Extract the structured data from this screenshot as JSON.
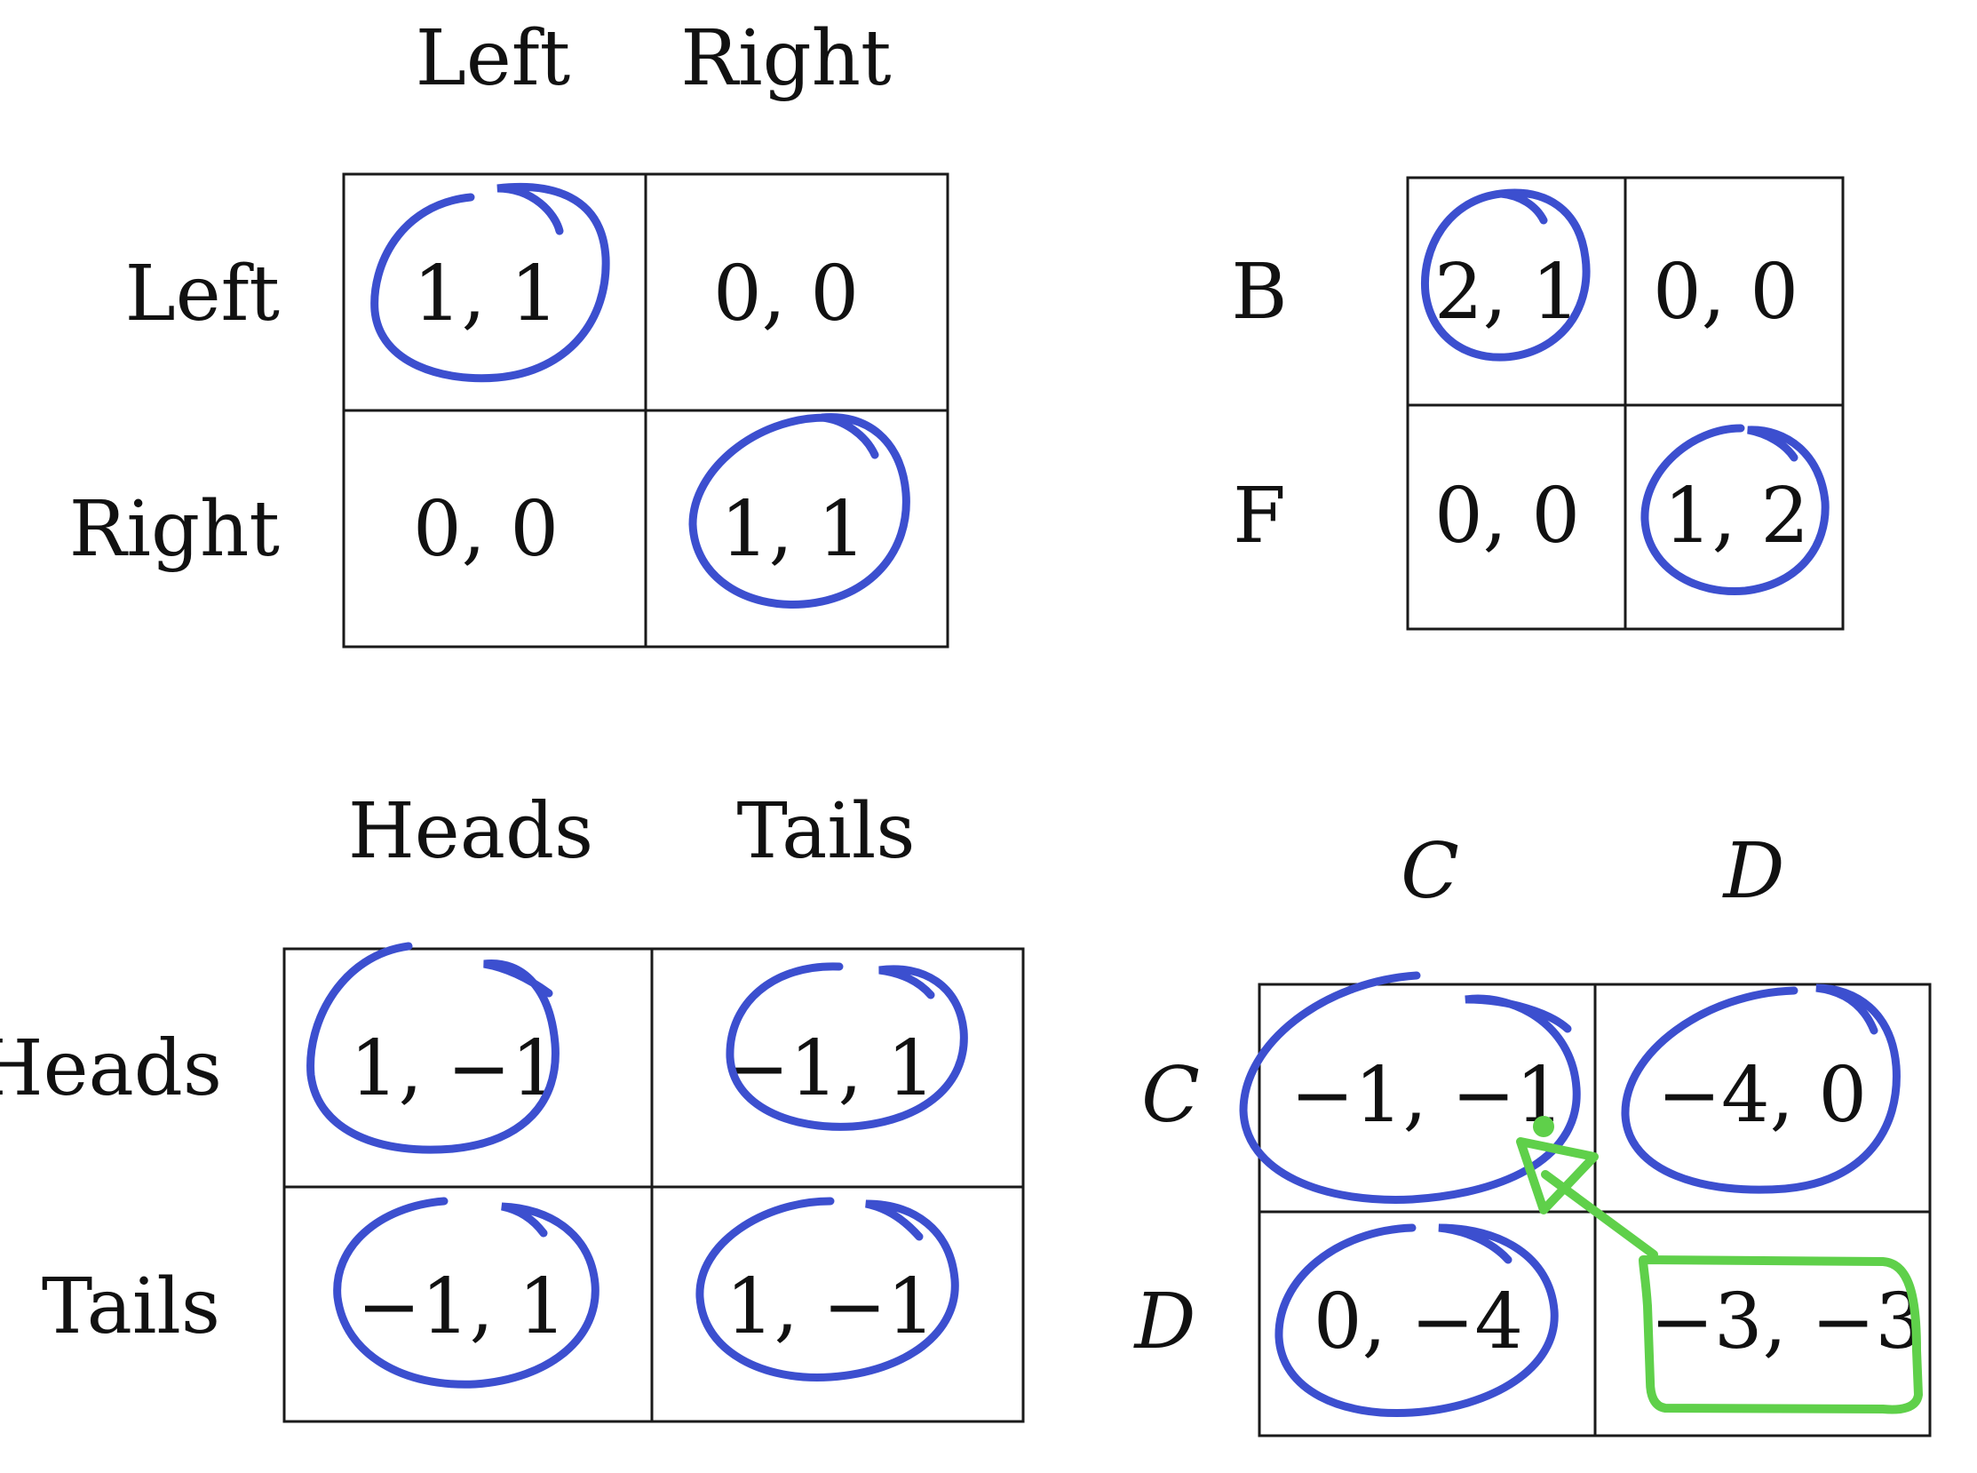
{
  "colors": {
    "ink": "#111111",
    "grid": "#1a1a1a",
    "circle_annotation": "#3c4fcf",
    "arrow_annotation": "#5fd04a"
  },
  "games": [
    {
      "col_labels": [
        "Left",
        "Right"
      ],
      "row_labels": [
        "Left",
        "Right"
      ],
      "cells": [
        [
          "1, 1",
          "0, 0"
        ],
        [
          "0, 0",
          "1, 1"
        ]
      ]
    },
    {
      "col_labels": [],
      "row_labels": [
        "B",
        "F"
      ],
      "cells": [
        [
          "2, 1",
          "0, 0"
        ],
        [
          "0, 0",
          "1, 2"
        ]
      ]
    },
    {
      "col_labels": [
        "Heads",
        "Tails"
      ],
      "row_labels": [
        "Heads",
        "Tails"
      ],
      "cells": [
        [
          "1, −1",
          "−1, 1"
        ],
        [
          "−1, 1",
          "1, −1"
        ]
      ]
    },
    {
      "col_labels": [
        "C",
        "D"
      ],
      "row_labels": [
        "C",
        "D"
      ],
      "cells": [
        [
          "−1, −1",
          "−4, 0"
        ],
        [
          "0, −4",
          "−3, −3"
        ]
      ]
    }
  ]
}
